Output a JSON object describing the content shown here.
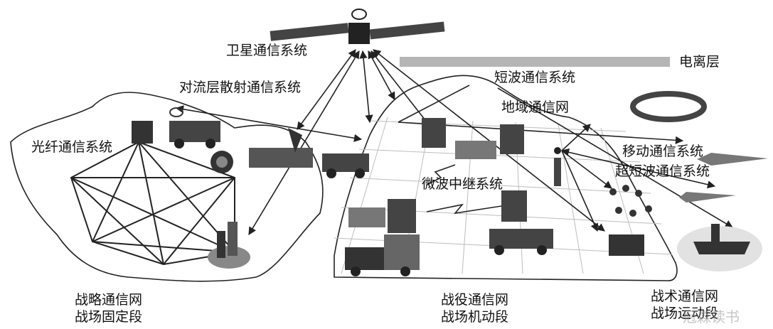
{
  "labels": {
    "satellite": "卫星通信系统",
    "ionosphere": "电离层",
    "shortwave": "短波通信系统",
    "troposcatter": "对流层散射通信系统",
    "area_network": "地域通信网",
    "fiber": "光纤通信系统",
    "mobile": "移动通信系统",
    "ultrashort": "超短波通信系统",
    "microwave": "微波中继系统"
  },
  "zones": {
    "strategic": [
      "战略通信网",
      "战场固定段"
    ],
    "campaign": [
      "战役通信网",
      "战场机动段"
    ],
    "tactical": [
      "战术通信网",
      "战场运动段"
    ]
  },
  "watermark": "冠森读书",
  "colors": {
    "line": "#222222",
    "grey": "#9a9a9a",
    "grid": "#bdbdbd",
    "ionosphere": "#b5b5b5"
  }
}
